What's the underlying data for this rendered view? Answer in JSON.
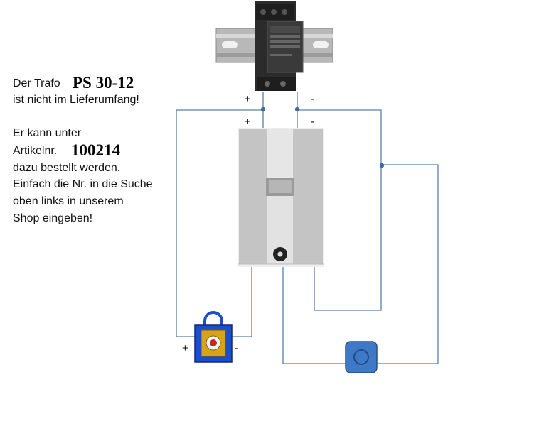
{
  "note": {
    "line1_prefix": "Der Trafo",
    "trafo_model": "PS 30-12",
    "line2": "ist nicht im Lieferumfang!",
    "line3": "Er kann unter",
    "line4_prefix": "Artikelnr.",
    "article_number": "100214",
    "line5": "dazu bestellt werden.",
    "line6": "Einfach die Nr. in die Suche",
    "line7": "oben links in unserem",
    "line8": "Shop eingeben!"
  },
  "polarity": {
    "psu_plus": "+",
    "psu_minus": "-",
    "unit_plus": "+",
    "unit_minus": "-",
    "lock_plus": "+",
    "lock_minus": "-"
  },
  "colors": {
    "wire": "#5b7fa6",
    "lock_blue": "#1c4fc7",
    "lock_gold": "#d6a419",
    "button_blue": "#3f78c5",
    "psu_body": "#2b2b2b"
  },
  "icons": [
    "power-supply-icon",
    "controller-unit-icon",
    "electric-lock-icon",
    "push-button-icon"
  ]
}
